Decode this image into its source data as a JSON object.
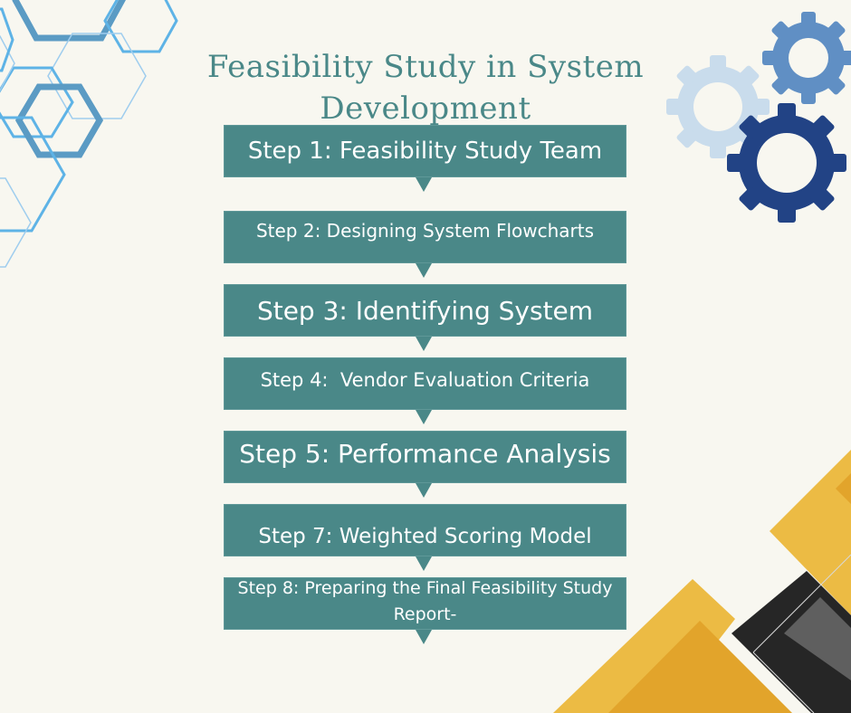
{
  "title": "Feasibility Study in System Development",
  "title_lines": [
    "Feasibility Study in System",
    "Development"
  ],
  "steps": [
    {
      "label": "Step 1: Feasibility Study Team"
    },
    {
      "label": "Step 2: Designing System Flowcharts"
    },
    {
      "label": "Step 3: Identifying System"
    },
    {
      "label": "Step 4:  Vendor Evaluation Criteria"
    },
    {
      "label": "Step 5: Performance Analysis"
    },
    {
      "label": "Step 7: Weighted Scoring Model"
    },
    {
      "label": "Step 8: Preparing the Final Feasibility Study Report-"
    }
  ],
  "colors": {
    "background": "#f8f7f0",
    "step_box": "#4a8888",
    "title": "#4a8888",
    "hex_dark": "#5b9bc4",
    "hex_light": "#5eb3e6",
    "gear_light": "#c9dcec",
    "gear_mid": "#608fc4",
    "gear_dark": "#224385",
    "gold": "#ecbb44",
    "gold_dark": "#e2a42b",
    "charcoal": "#262626",
    "gray": "#5f5f5f"
  }
}
